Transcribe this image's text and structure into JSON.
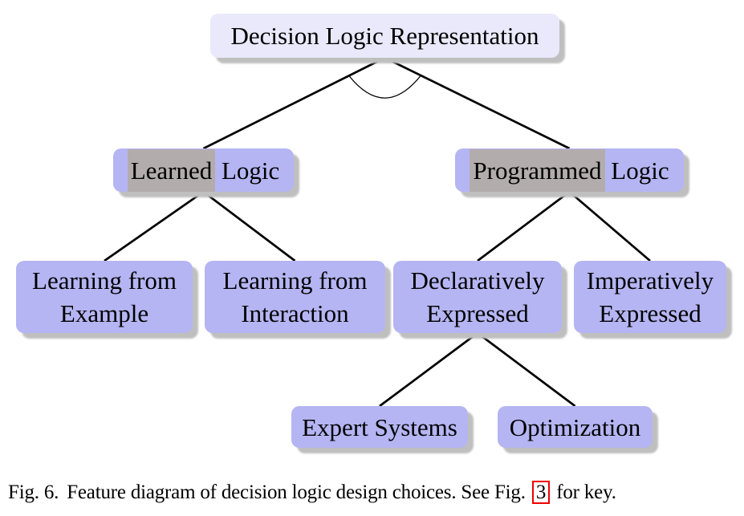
{
  "figure": {
    "caption": {
      "label": "Fig. 6.",
      "text_before_link": "Feature diagram of decision logic design choices. See Fig.",
      "link_text": "3",
      "text_after_link": "for key."
    },
    "colors": {
      "root_fill": "#e9e9fb",
      "node_fill": "#b5b5f3",
      "highlight_fill": "#b3acac",
      "shadow": "#bfbfbf",
      "edge": "#000000",
      "link_border": "#ee0000"
    }
  },
  "nodes": [
    {
      "id": "root",
      "kind": "root",
      "lines": [
        {
          "segments": [
            {
              "text": "Decision Logic Representation",
              "highlight": false
            }
          ]
        }
      ]
    },
    {
      "id": "learned",
      "kind": "feature",
      "lines": [
        {
          "segments": [
            {
              "text": "Learned",
              "highlight": true
            },
            {
              "text": " Logic",
              "highlight": false
            }
          ]
        }
      ]
    },
    {
      "id": "programmed",
      "kind": "feature",
      "lines": [
        {
          "segments": [
            {
              "text": "Programmed",
              "highlight": true
            },
            {
              "text": " Logic",
              "highlight": false
            }
          ]
        }
      ]
    },
    {
      "id": "learning-from-example",
      "kind": "feature",
      "lines": [
        {
          "segments": [
            {
              "text": "Learning from",
              "highlight": false
            }
          ]
        },
        {
          "segments": [
            {
              "text": "Example",
              "highlight": false
            }
          ]
        }
      ]
    },
    {
      "id": "learning-from-interaction",
      "kind": "feature",
      "lines": [
        {
          "segments": [
            {
              "text": "Learning from",
              "highlight": false
            }
          ]
        },
        {
          "segments": [
            {
              "text": "Interaction",
              "highlight": false
            }
          ]
        }
      ]
    },
    {
      "id": "declaratively-expressed",
      "kind": "feature",
      "lines": [
        {
          "segments": [
            {
              "text": "Declaratively",
              "highlight": false
            }
          ]
        },
        {
          "segments": [
            {
              "text": "Expressed",
              "highlight": false
            }
          ]
        }
      ]
    },
    {
      "id": "imperatively-expressed",
      "kind": "feature",
      "lines": [
        {
          "segments": [
            {
              "text": "Imperatively",
              "highlight": false
            }
          ]
        },
        {
          "segments": [
            {
              "text": "Expressed",
              "highlight": false
            }
          ]
        }
      ]
    },
    {
      "id": "expert-systems",
      "kind": "feature",
      "lines": [
        {
          "segments": [
            {
              "text": "Expert Systems",
              "highlight": false
            }
          ]
        }
      ]
    },
    {
      "id": "optimization",
      "kind": "feature",
      "lines": [
        {
          "segments": [
            {
              "text": "Optimization",
              "highlight": false
            }
          ]
        }
      ]
    }
  ],
  "edges": [
    {
      "from": "root",
      "to": "learned"
    },
    {
      "from": "root",
      "to": "programmed"
    },
    {
      "from": "learned",
      "to": "learning-from-example"
    },
    {
      "from": "learned",
      "to": "learning-from-interaction"
    },
    {
      "from": "programmed",
      "to": "declaratively-expressed"
    },
    {
      "from": "programmed",
      "to": "imperatively-expressed"
    },
    {
      "from": "declaratively-expressed",
      "to": "expert-systems"
    },
    {
      "from": "declaratively-expressed",
      "to": "optimization"
    }
  ],
  "groups": [
    {
      "parent": "root",
      "type": "alternative"
    }
  ]
}
